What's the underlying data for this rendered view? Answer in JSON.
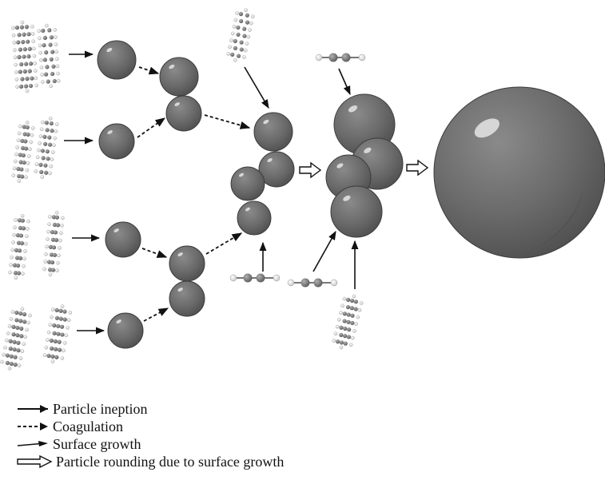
{
  "legend": {
    "particle_inception": "Particle ineption",
    "coagulation": "Coagulation",
    "surface_growth": "Surface growth",
    "particle_rounding": "Particle rounding due to surface growth"
  },
  "colors": {
    "particle": "#6e6e6e",
    "particle_dark": "#4a4a4a",
    "particle_highlight": "#cfcfcf",
    "molecule_carbon": "#777777",
    "molecule_hydrogen": "#e8e8e8",
    "arrow": "#111111"
  },
  "icons": {
    "pah_molecule": "pah-molecule-icon",
    "acetylene": "acetylene-molecule-icon",
    "particle": "soot-particle-icon"
  }
}
